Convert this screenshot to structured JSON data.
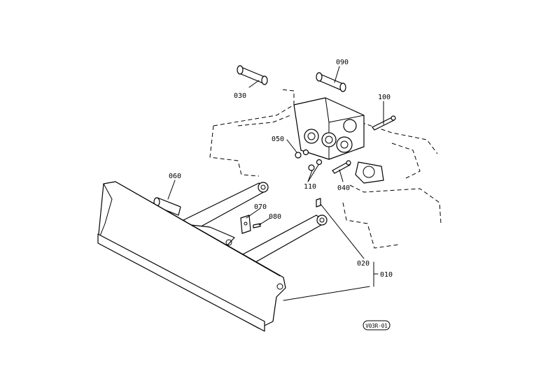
{
  "part_labels": {
    "p010": "010",
    "p020": "020",
    "p030": "030",
    "p040": "040",
    "p050": "050",
    "p060": "060",
    "p070": "070",
    "p080": "080",
    "p090": "090",
    "p100": "100",
    "p110": "110"
  },
  "drawing_code": "V03R-01"
}
